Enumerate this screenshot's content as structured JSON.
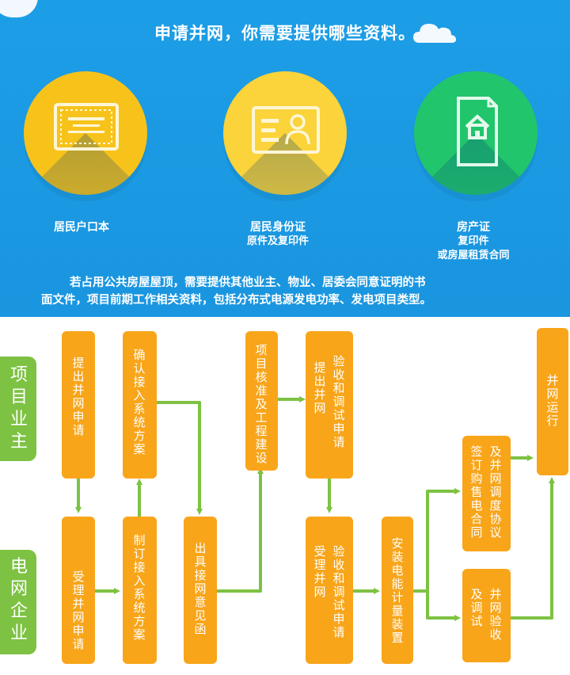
{
  "header": {
    "title": "申请并网，你需要提供哪些资料。"
  },
  "documents": [
    {
      "line1": "居民户口本",
      "line2": "",
      "line3": ""
    },
    {
      "line1": "居民身份证",
      "line2": "原件及复印件",
      "line3": ""
    },
    {
      "line1": "房产证",
      "line2": "复印件",
      "line3": "或房屋租赁合同"
    }
  ],
  "note": {
    "line1": "若占用公共房屋屋顶，需要提供其他业主、物业、居委会同意证明的书",
    "line2": "面文件，项目前期工作相关资料，包括分布式电源发电功率、发电项目类型。"
  },
  "colors": {
    "panel_blue": "#1c9ee6",
    "circle_yellow": "#f7c31b",
    "circle_yellow2": "#fbd33a",
    "circle_green": "#21c56c",
    "box_orange": "#f8a51a",
    "lane_green": "#7dc242",
    "arrow_green": "#7dc242"
  },
  "lanes": {
    "owner": "项目业主",
    "grid": "电网企业"
  },
  "steps": {
    "s1": {
      "a": "提出并网申请"
    },
    "s2": {
      "a": "确认接入系统方案"
    },
    "s3": {
      "a": "项目核准及工程建设"
    },
    "s4": {
      "a": "提出并网",
      "b": "验收和调试申请"
    },
    "s5": {
      "a": "受理并网申请"
    },
    "s6": {
      "a": "制订接入系统方案"
    },
    "s7": {
      "a": "出具接网意见函"
    },
    "s8": {
      "a": "受理并网",
      "b": "验收和调试申请"
    },
    "s9": {
      "a": "安装电能计量装置"
    },
    "s10": {
      "a": "签订购售电合同",
      "b": "及并网调度协议"
    },
    "s11": {
      "a": "及调试",
      "b": "并网验收"
    },
    "s12": {
      "a": "并网运行"
    }
  }
}
